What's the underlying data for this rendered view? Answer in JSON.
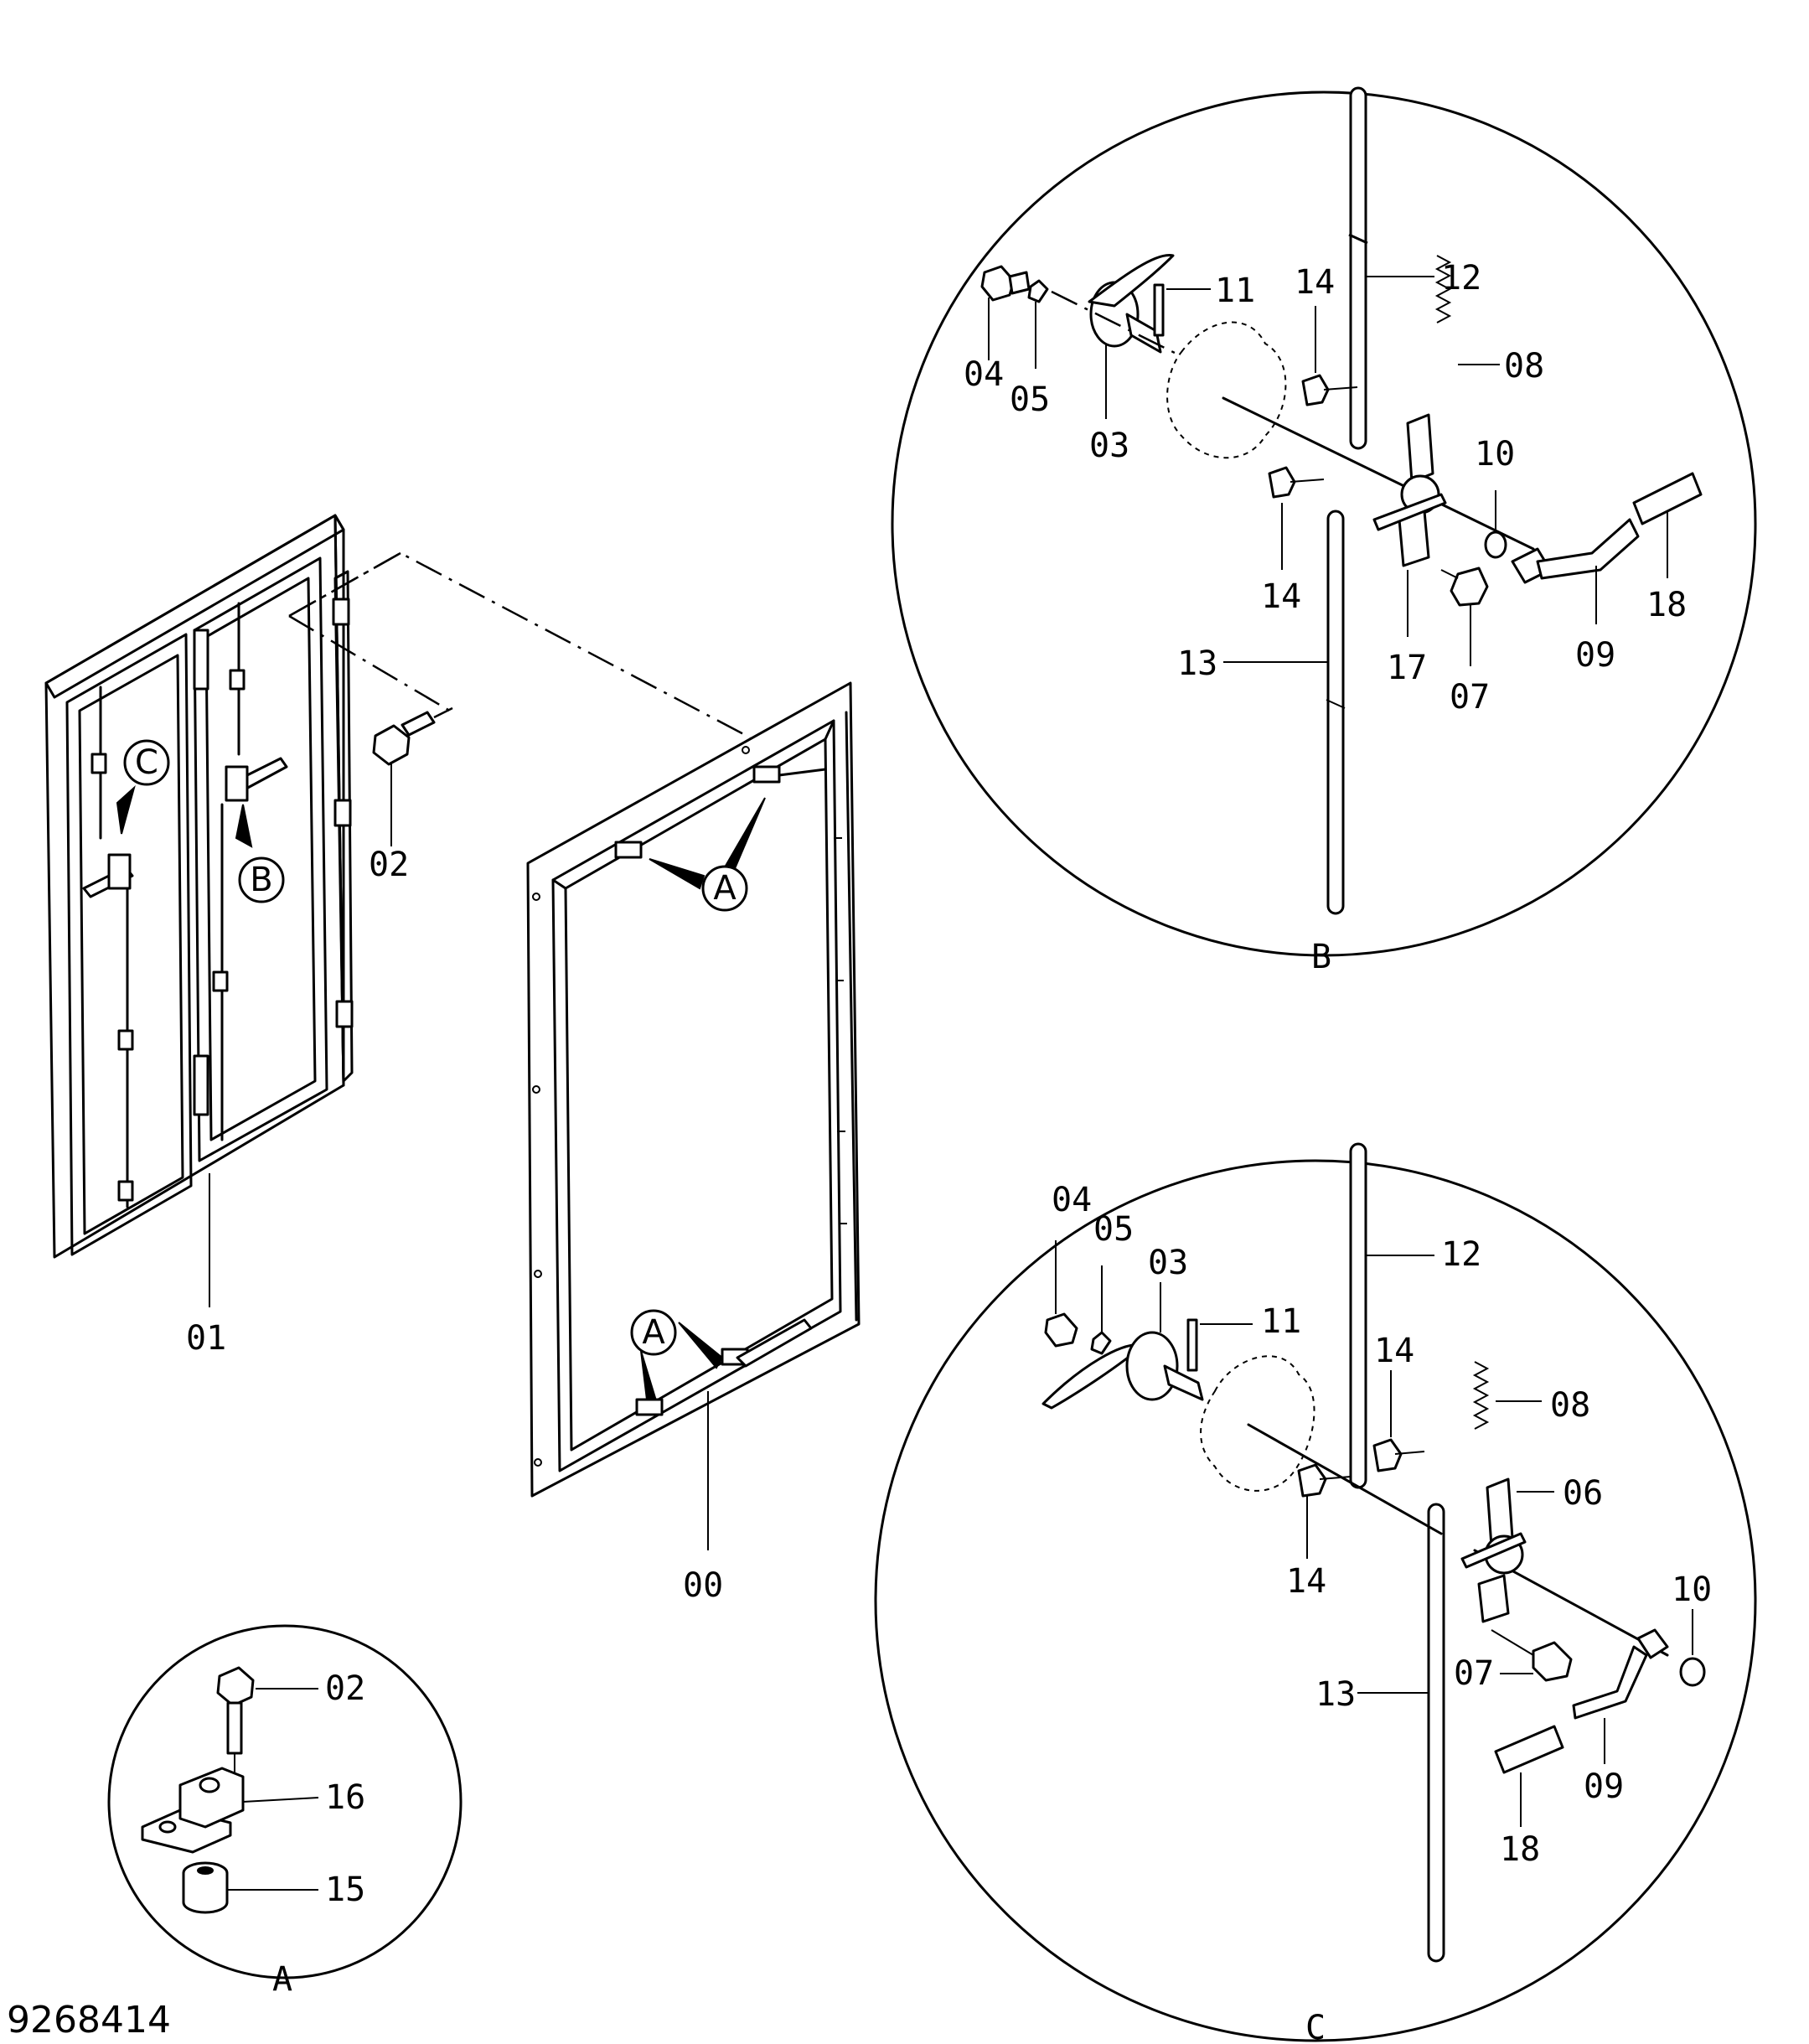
{
  "drawing_number": "9268414",
  "parts": {
    "p00": "00",
    "p01": "01",
    "p02": "02",
    "p03": "03",
    "p04": "04",
    "p05": "05",
    "p06": "06",
    "p07": "07",
    "p08": "08",
    "p09": "09",
    "p10": "10",
    "p11": "11",
    "p12": "12",
    "p13": "13",
    "p14": "14",
    "p15": "15",
    "p16": "16",
    "p17": "17",
    "p18": "18"
  },
  "views": {
    "a": "A",
    "b": "B",
    "c": "C"
  }
}
